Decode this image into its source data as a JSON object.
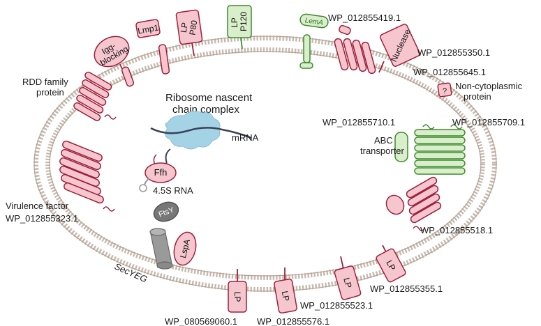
{
  "colors": {
    "membrane": "#c7b9ae",
    "red_fill": "#f5c6cd",
    "red_stroke": "#9e1f3c",
    "green_fill": "#d9efcc",
    "green_stroke": "#3d8a2b",
    "ribosome": "#a5d3e6",
    "grey_channel": "#9a9a9a",
    "ftsy": "#777777",
    "mrna": "#3a4257"
  },
  "proteins": {
    "igg_blocking": "Igg-\nblocking",
    "lmp1": "Lmp1",
    "lp_p80": "LP\nP80",
    "lp_p120": "LP\nP120",
    "lema": "LemA",
    "nuclease": "Nuclease",
    "lspa": "LspA",
    "ftsy": "FtsY",
    "ffh": "Ffh",
    "lp": "LP",
    "unknown_mark": "?"
  },
  "labels": {
    "wp_419": "WP_012855419.1",
    "wp_350": "WP_012855350.1",
    "wp_645": "WP_012855645.1",
    "non_cyto_1": "Non-cytoplasmic",
    "non_cyto_2": "protein",
    "rdd_1": "RDD family",
    "rdd_2": "protein",
    "ribo_1": "Ribosome nascent",
    "ribo_2": "chain complex",
    "mrna": "mRNA",
    "rna45": "4.5S RNA",
    "wp_710": "WP_012855710.1",
    "wp_709": "WP_012855709.1",
    "abc_1": "ABC",
    "abc_2": "transporter",
    "virulence_1": "Virulence factor",
    "virulence_2": "WP_012855323.1",
    "wp_518": "WP_012855518.1",
    "secyeg": "SecYEG",
    "wp_355": "WP_012855355.1",
    "wp_523": "WP_012855523.1",
    "wp_060": "WP_080569060.1",
    "wp_576": "WP_012855576.1"
  }
}
